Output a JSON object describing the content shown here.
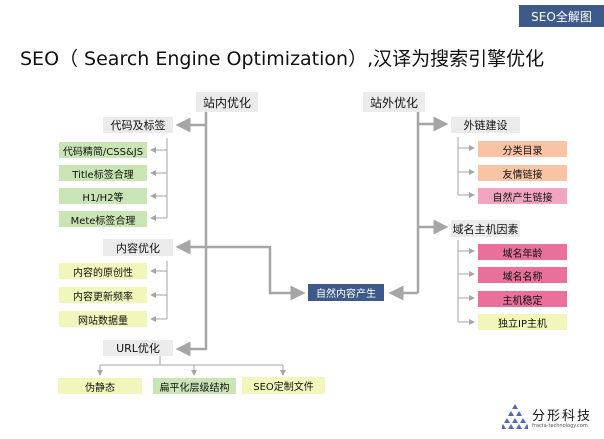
{
  "badge": "SEO全解图",
  "title": "SEO（ Search Engine Optimization）,汉译为搜索引擎优化",
  "onsite": {
    "label": "站内优化",
    "code": {
      "label": "代码及标签",
      "items": [
        "代码精简/CSS&JS",
        "Title标签合理",
        "H1/H2等",
        "Mete标签合理"
      ]
    },
    "content": {
      "label": "内容优化",
      "items": [
        "内容的原创性",
        "内容更新频率",
        "网站数据量"
      ]
    },
    "url": {
      "label": "URL优化",
      "items": [
        "伪静态",
        "扁平化层级结构",
        "SEO定制文件"
      ]
    }
  },
  "offsite": {
    "label": "站外优化",
    "links": {
      "label": "外链建设",
      "items": [
        "分类目录",
        "友情链接",
        "自然产生链接"
      ]
    },
    "domain": {
      "label": "域名主机因素",
      "items": [
        "域名年龄",
        "域名名称",
        "主机稳定",
        "独立IP主机"
      ]
    }
  },
  "center": "自然内容产生",
  "logo": {
    "name": "分形科技",
    "url": "fracta-technology.com"
  },
  "colors": {
    "badge": "#3e5a8a",
    "center": "#3e5a8a",
    "green": "#c9e5b5",
    "yellow": "#f3f6bb",
    "peach": "#f9c4a6",
    "pink": "#f2a5c0",
    "rose": "#e8709a"
  }
}
